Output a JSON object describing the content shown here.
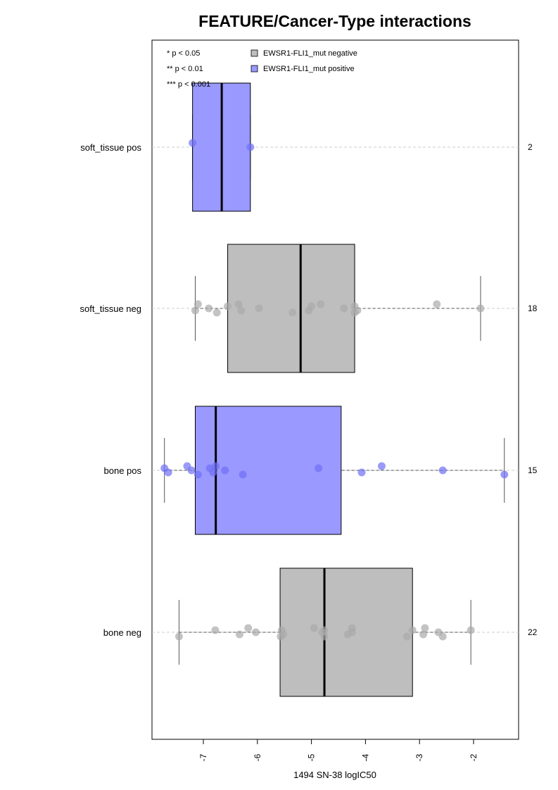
{
  "chart_data": {
    "type": "boxplot",
    "title": "FEATURE/Cancer-Type interactions",
    "xlabel": "1494 SN-38 logIC50",
    "xlim": [
      -7.95,
      -1.15
    ],
    "x_ticks": [
      -7,
      -6,
      -5,
      -4,
      -3,
      -2
    ],
    "x_tick_labels": [
      "-7",
      "-6",
      "-5",
      "-4",
      "-3",
      "-2"
    ],
    "significance_legend": [
      "* p < 0.05",
      "** p < 0.01",
      "*** p < 0.001"
    ],
    "series": [
      {
        "name": "EWSR1-FLI1_mut negative",
        "color": "#bebebe",
        "point_color": "#a9a9a9"
      },
      {
        "name": "EWSR1-FLI1_mut positive",
        "color": "#9999ff",
        "point_color": "#6f6ff5"
      }
    ],
    "groups": [
      {
        "label": "soft_tissue pos",
        "count": "2",
        "series": 1,
        "q1": -7.2,
        "median": -6.66,
        "q3": -6.13,
        "whisker_low": -7.2,
        "whisker_high": -6.13,
        "points": [
          -7.2,
          -6.13
        ]
      },
      {
        "label": "soft_tissue neg",
        "count": "18",
        "series": 0,
        "q1": -6.55,
        "median": -5.2,
        "q3": -4.2,
        "whisker_low": -7.15,
        "whisker_high": -1.87,
        "points": [
          -7.15,
          -7.1,
          -6.9,
          -6.75,
          -6.55,
          -6.3,
          -6.35,
          -5.97,
          -5.35,
          -5.0,
          -5.05,
          -4.83,
          -4.4,
          -4.2,
          -4.2,
          -4.15,
          -2.68,
          -1.87
        ]
      },
      {
        "label": "bone pos",
        "count": "15",
        "series": 1,
        "q1": -7.15,
        "median": -6.77,
        "q3": -4.45,
        "whisker_low": -7.72,
        "whisker_high": -1.43,
        "points": [
          -7.72,
          -7.65,
          -7.3,
          -7.22,
          -7.1,
          -6.88,
          -6.82,
          -6.77,
          -6.6,
          -6.27,
          -4.87,
          -4.07,
          -3.7,
          -2.57,
          -1.43
        ]
      },
      {
        "label": "bone neg",
        "count": "22",
        "series": 0,
        "q1": -5.58,
        "median": -4.76,
        "q3": -3.13,
        "whisker_low": -7.45,
        "whisker_high": -2.05,
        "points": [
          -7.45,
          -6.78,
          -6.33,
          -6.17,
          -6.03,
          -5.57,
          -5.55,
          -5.52,
          -4.95,
          -4.8,
          -4.76,
          -4.76,
          -4.33,
          -4.25,
          -4.25,
          -3.23,
          -3.13,
          -2.93,
          -2.9,
          -2.65,
          -2.57,
          -2.05
        ]
      }
    ]
  }
}
